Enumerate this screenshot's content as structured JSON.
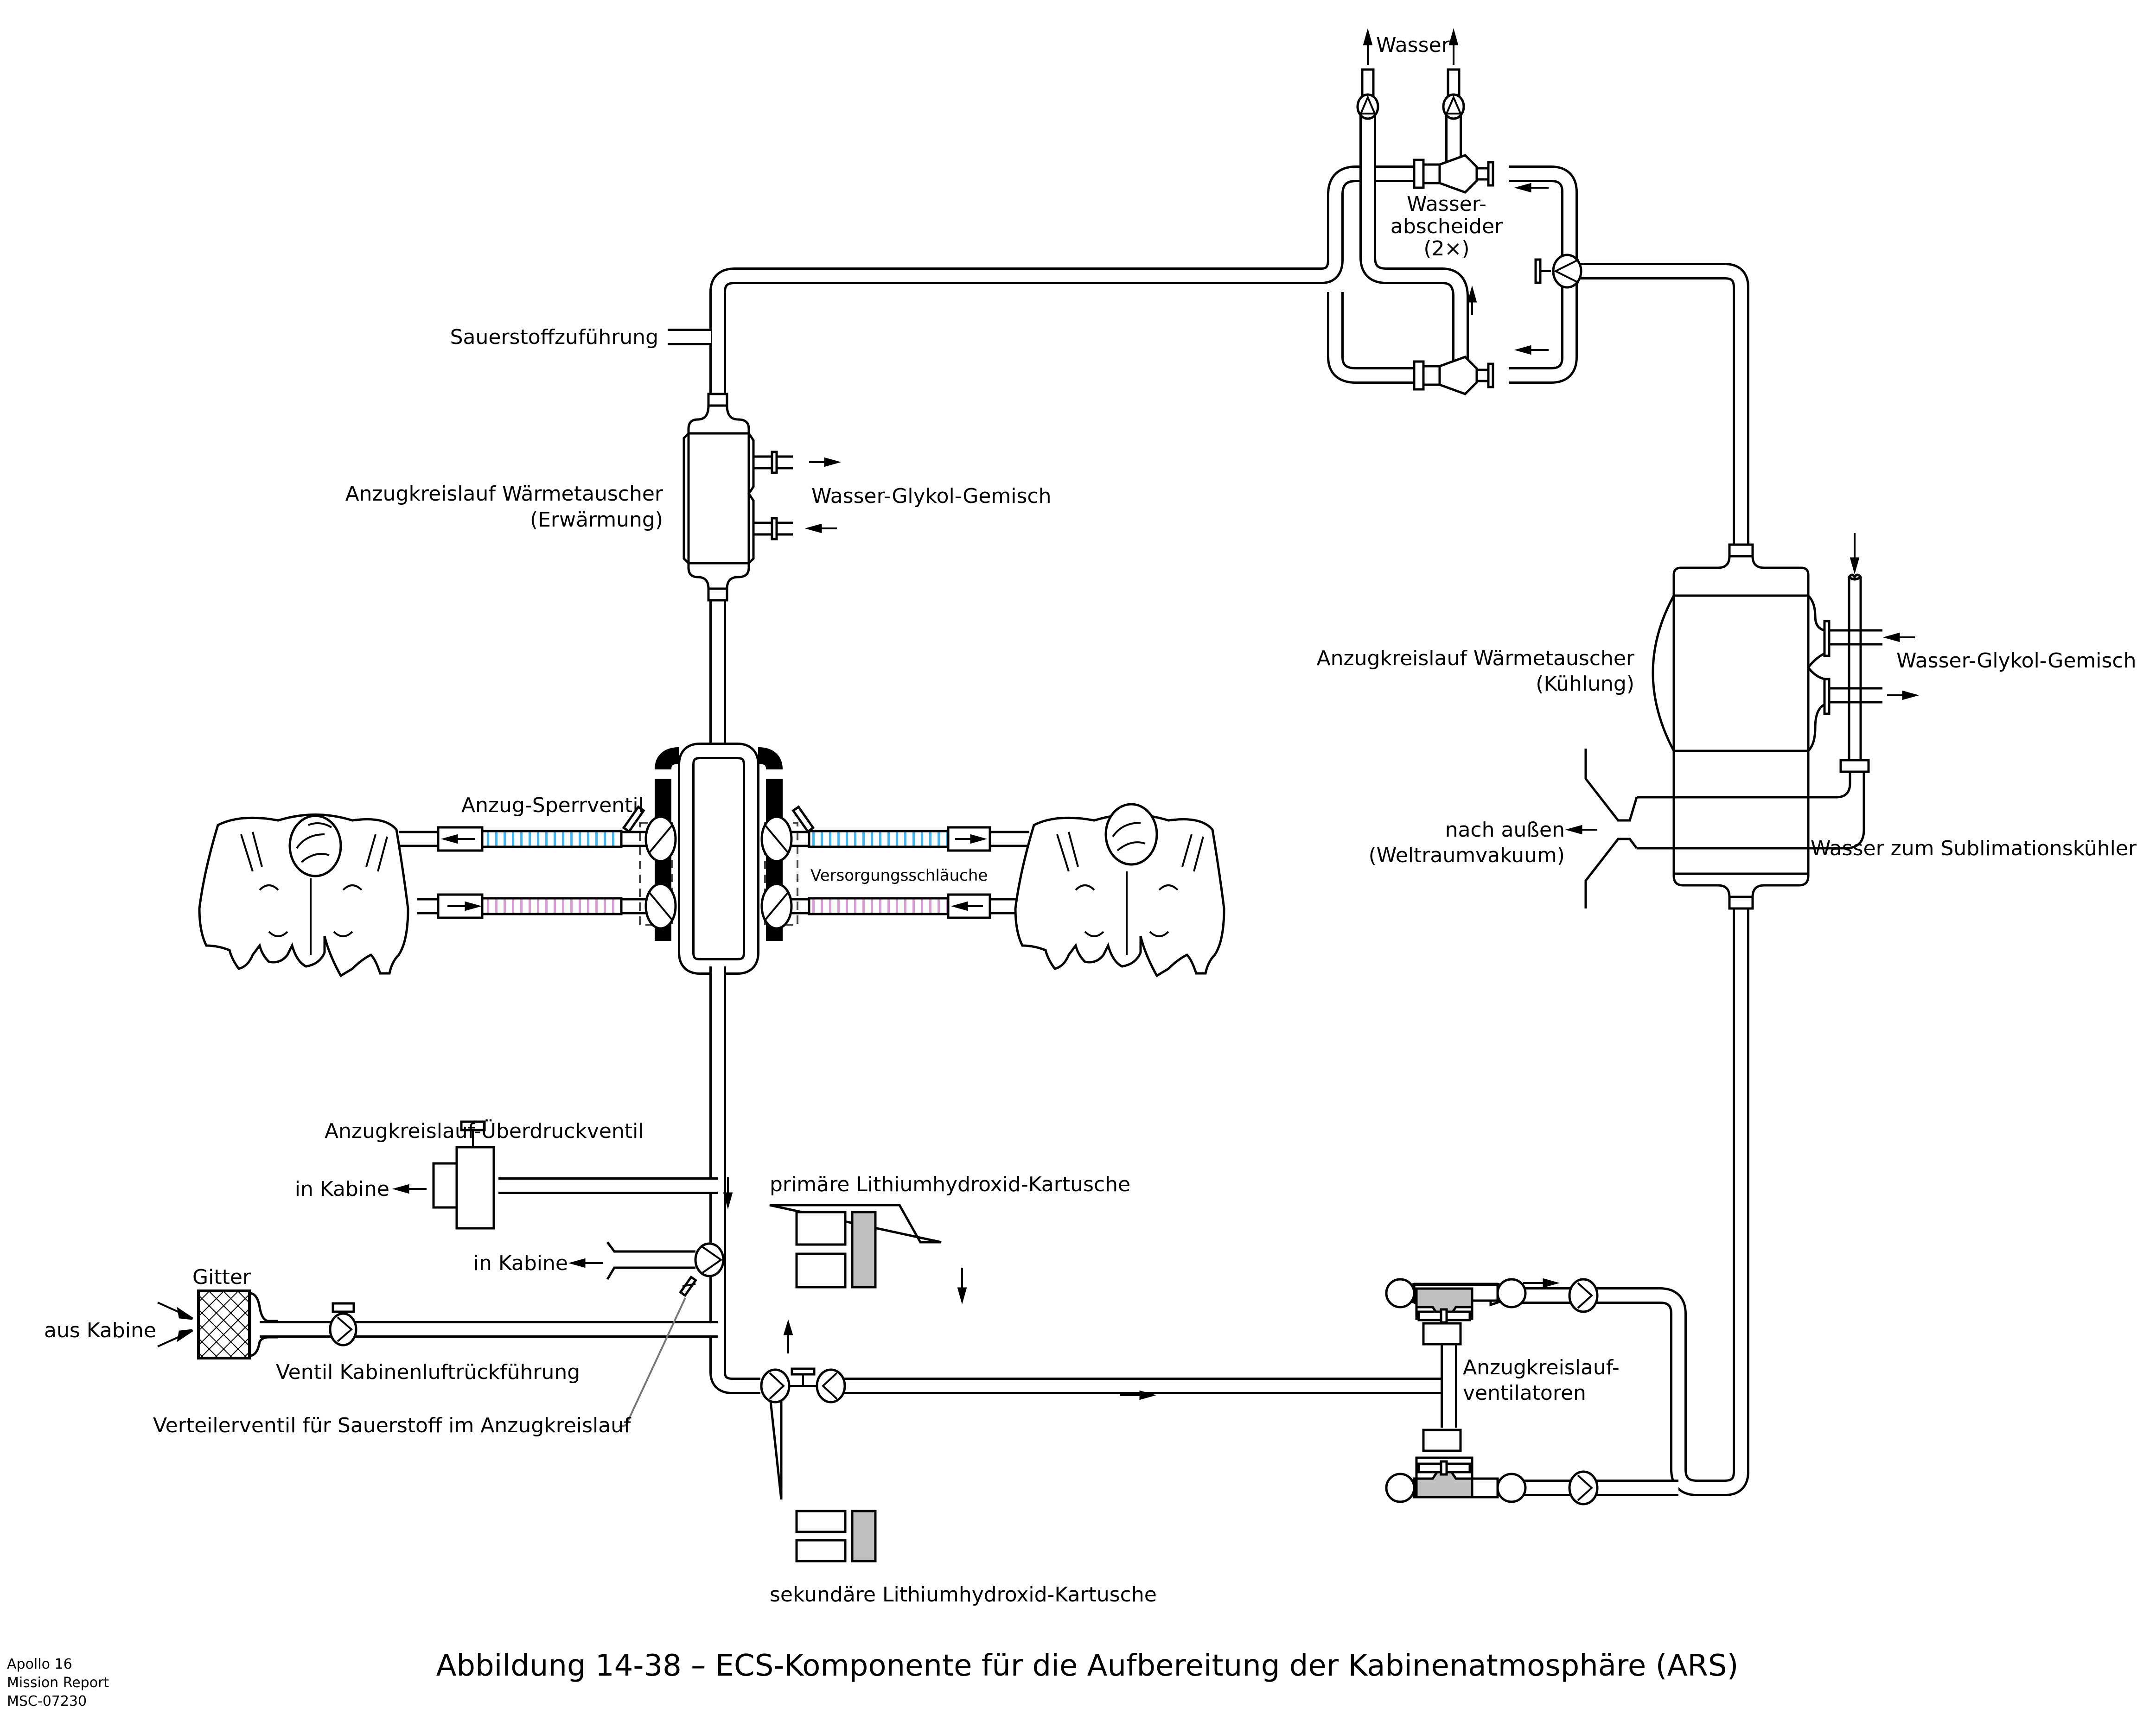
{
  "labels": {
    "wasser_top": "Wasser",
    "wasserabscheider_l1": "Wasser-",
    "wasserabscheider_l2": "abscheider",
    "wasserabscheider_l3": "(2×)",
    "sauerstoffzufuehrung": "Sauerstoffzuführung",
    "hx_warm_l1": "Anzugkreislauf Wärmetauscher",
    "hx_warm_l2": "(Erwärmung)",
    "wgg_warm": "Wasser-Glykol-Gemisch",
    "hx_cool_l1": "Anzugkreislauf Wärmetauscher",
    "hx_cool_l2": "(Kühlung)",
    "wgg_cool": "Wasser-Glykol-Gemisch",
    "nach_aussen_l1": "nach außen",
    "nach_aussen_l2": "(Weltraumvakuum)",
    "wasser_sublimation": "Wasser zum Sublimationskühler",
    "anzug_sperrventil": "Anzug-Sperrventil",
    "versorgungsschlaeuche": "Versorgungsschläuche",
    "ueberdruckventil": "Anzugkreislauf-Überdruckventil",
    "in_kabine_1": "in Kabine",
    "in_kabine_2": "in Kabine",
    "gitter": "Gitter",
    "aus_kabine": "aus Kabine",
    "ventil_rueckfuehrung": "Ventil Kabinenluftrückführung",
    "verteilerventil": "Verteilerventil für Sauerstoff im Anzugkreislauf",
    "primaere_kartusche": "primäre Lithiumhydroxid-Kartusche",
    "sekundaere_kartusche": "sekundäre Lithiumhydroxid-Kartusche",
    "ventilatoren_l1": "Anzugkreislauf-",
    "ventilatoren_l2": "ventilatoren"
  },
  "caption": "Abbildung 14-38 – ECS-Komponente für die Aufbereitung der Kabinenatmosphäre (ARS)",
  "credit": {
    "line1": "Apollo 16",
    "line2": "Mission Report",
    "line3": "MSC-07230"
  },
  "colors": {
    "hose_supply": "#4bb3e8",
    "hose_return": "#d4a0d4",
    "cartridge_fill": "#c0c0c0",
    "line": "#000000"
  }
}
